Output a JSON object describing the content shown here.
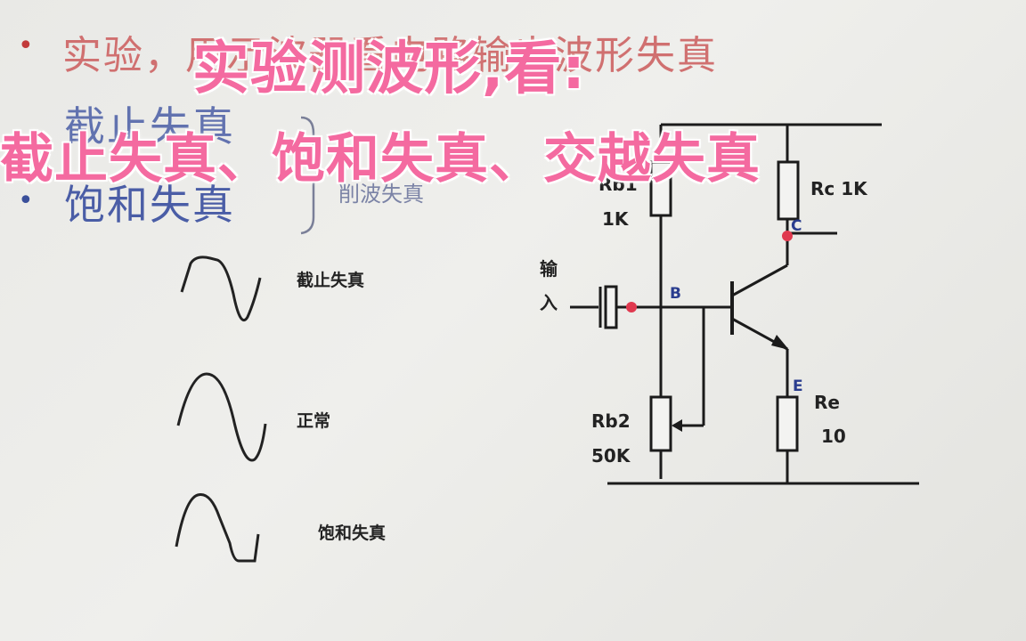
{
  "slide": {
    "title_text": "实验，用示波器看电路输出波形失真",
    "bullets": [
      "•",
      "•"
    ],
    "list_items": [
      "截止失真",
      "饱和失真"
    ],
    "brace_label": "削波失真"
  },
  "waveforms": [
    {
      "label": "截止失真"
    },
    {
      "label": "正常"
    },
    {
      "label": "饱和失真"
    }
  ],
  "circuit": {
    "input_label_top": "输",
    "input_label_bottom": "入",
    "node_b": "B",
    "node_c": "C",
    "node_e": "E",
    "rb1_name": "Rb1",
    "rb1_value": "1K",
    "rb2_name": "Rb2",
    "rb2_value": "50K",
    "rc_label": "Rc 1K",
    "re_name": "Re",
    "re_value": "10",
    "colors": {
      "wire": "#1b1b1b",
      "probe": "#e0394f"
    }
  },
  "overlay": {
    "line1": "实验测波形,看:",
    "line2": "截止失真、饱和失真、交越失真",
    "color": "#f46aa0"
  }
}
